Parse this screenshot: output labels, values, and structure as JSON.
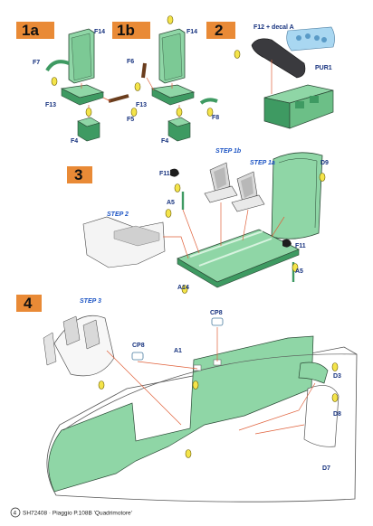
{
  "steps": {
    "s1a": "1a",
    "s1b": "1b",
    "s2": "2",
    "s3": "3",
    "s4": "4"
  },
  "parts": {
    "f14": "F14",
    "f7": "F7",
    "f6": "F6",
    "f13": "F13",
    "f4": "F4",
    "f5": "F5",
    "f8": "F8",
    "f12_decal": "F12 + decal A",
    "pur1": "PUR1",
    "step1b": "STEP 1b",
    "step1a": "STEP 1a",
    "step2": "STEP 2",
    "step3": "STEP 3",
    "f11": "F11",
    "a5": "A5",
    "d9": "D9",
    "a14": "A14",
    "cp8": "CP8",
    "a1": "A1",
    "d3": "D3",
    "d8": "D8",
    "d7": "D7"
  },
  "footer": {
    "page_number": "4",
    "text": "SH72408 · Piaggio P.108B 'Quadrimotore'"
  },
  "colors": {
    "interior_green": "#8fd6a6",
    "dark_green": "#3e9a62",
    "step_box": "#e98a36",
    "guide_line": "#e0603a",
    "label_blue": "#15317e"
  }
}
